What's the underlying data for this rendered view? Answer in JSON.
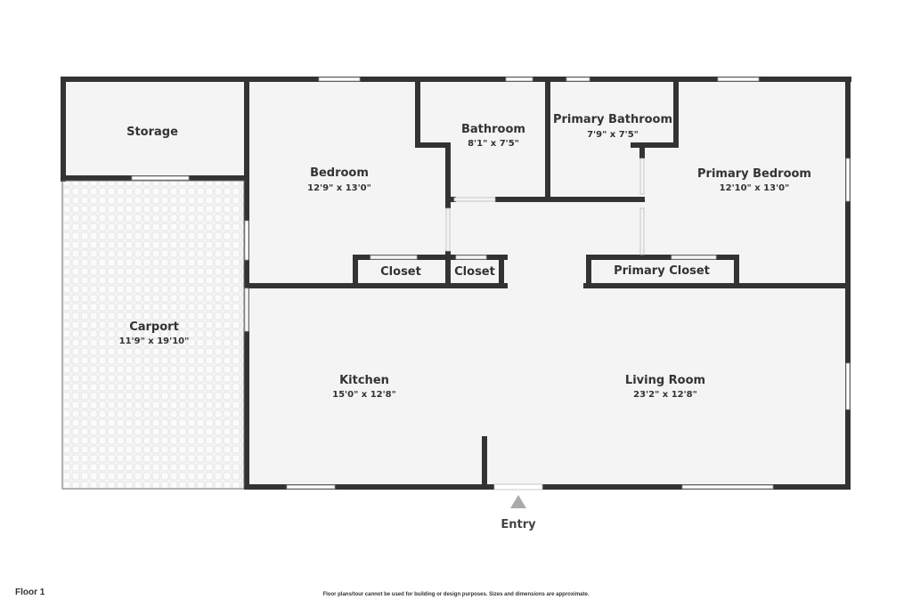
{
  "floor_label": "Floor 1",
  "disclaimer": "Floor plans/tour cannot be used for building or design purposes. Sizes and dimensions are approximate.",
  "entry_label": "Entry",
  "rooms": {
    "storage": {
      "name": "Storage",
      "dims": ""
    },
    "bedroom": {
      "name": "Bedroom",
      "dims": "12'9\" x 13'0\""
    },
    "bathroom": {
      "name": "Bathroom",
      "dims": "8'1\" x 7'5\""
    },
    "primary_bathroom": {
      "name": "Primary Bathroom",
      "dims": "7'9\" x 7'5\""
    },
    "primary_bedroom": {
      "name": "Primary Bedroom",
      "dims": "12'10\" x 13'0\""
    },
    "closet_1": {
      "name": "Closet",
      "dims": ""
    },
    "closet_2": {
      "name": "Closet",
      "dims": ""
    },
    "primary_closet": {
      "name": "Primary Closet",
      "dims": ""
    },
    "carport": {
      "name": "Carport",
      "dims": "11'9\" x 19'10\""
    },
    "kitchen": {
      "name": "Kitchen",
      "dims": "15'0\" x 12'8\""
    },
    "living_room": {
      "name": "Living Room",
      "dims": "23'2\" x 12'8\""
    }
  },
  "colors": {
    "wall": "#333333",
    "floor": "#f4f4f4",
    "background": "#ffffff",
    "tile_line": "#e2e2e2",
    "window": "#999999"
  }
}
